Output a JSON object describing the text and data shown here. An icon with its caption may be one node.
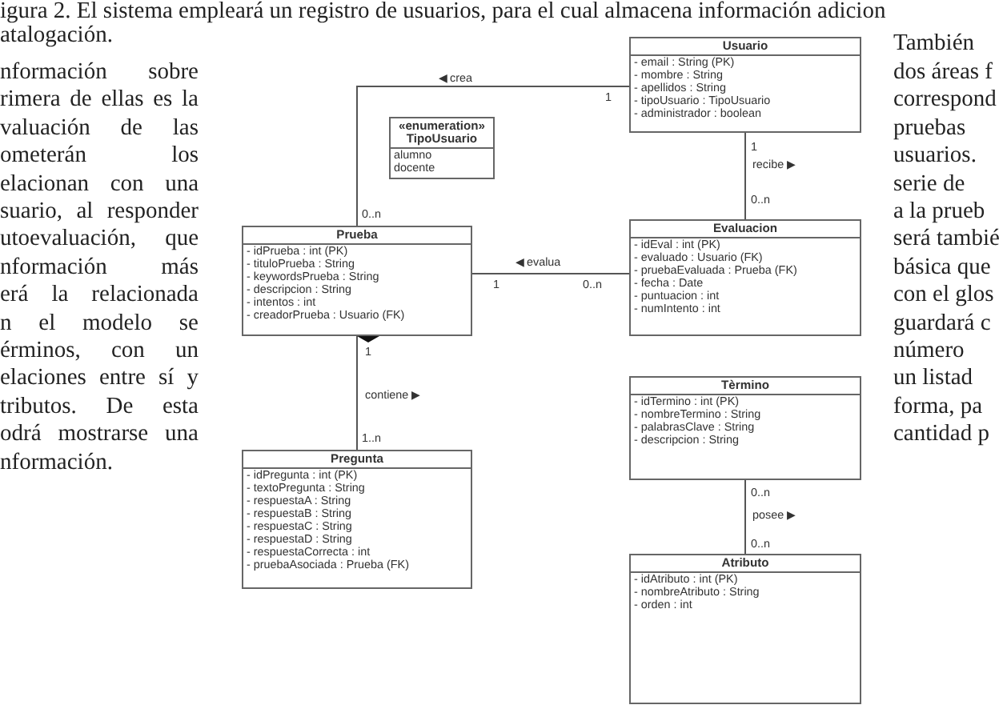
{
  "diagram": {
    "nodes": [
      {
        "text": [
          "Usuario",
          "- email : String (PK)",
          "- mombre : String",
          "- apellidos : String",
          "- tipoUsuario : TipoUsuario",
          "- administrador : boolean"
        ]
      },
      {
        "text": [
          "«enumeration»",
          "TipoUsuario",
          "alumno",
          "docente"
        ]
      },
      {
        "text": [
          "Prueba",
          "- idPrueba : int (PK)",
          "- tituloPrueba : String",
          "- keywordsPrueba : String",
          "- descripcion : String",
          "- intentos : int",
          "- creadorPrueba : Usuario (FK)"
        ]
      },
      {
        "text": [
          "Evaluacion",
          "- idEval : int (PK)",
          "- evaluado : Usuario (FK)",
          "- pruebaEvaluada : Prueba (FK)",
          "- fecha : Date",
          "- puntuacion : int",
          "- numIntento : int"
        ]
      },
      {
        "text": [
          "Tèrmino",
          "- idTermino : int (PK)",
          "- nombreTermino : String",
          "- palabrasClave : String",
          "- descripcion : String"
        ]
      },
      {
        "text": [
          "Pregunta",
          "- idPregunta : int (PK)",
          "- textoPregunta : String",
          "- respuestaA : String",
          "- respuestaB : String",
          "- respuestaC : String",
          "- respuestaD : String",
          "- respuestaCorrecta : int",
          "- pruebaAsociada : Prueba (FK)"
        ]
      },
      {
        "text": [
          "Atributo",
          "- idAtributo : int (PK)",
          "- nombreAtributo : String",
          "- orden : int"
        ]
      }
    ],
    "edges": [
      {
        "from": 2,
        "to": 0,
        "arrow": "none",
        "label": "◀ crea"
      },
      {
        "from": 0,
        "to": 3,
        "arrow": "none",
        "label": "recibe ▶"
      },
      {
        "from": 2,
        "to": 3,
        "arrow": "none",
        "label": "◀ evalua"
      },
      {
        "from": 2,
        "to": 5,
        "arrow": "other",
        "label": "contiene ▶"
      },
      {
        "from": 4,
        "to": 6,
        "arrow": "none",
        "label": "posee ▶"
      }
    ],
    "labels": [
      "igura 2. El sistema empleará un registro de usuarios, para el cual almacena información adicion",
      "atalogación.",
      "También",
      "nformación sobre",
      "rimera de ellas es la",
      "valuación de las",
      "ometerán los",
      "elacionan con una",
      "suario, al responder",
      "utoevaluación, que",
      "nformación más",
      "erá la relacionada",
      "n el modelo se",
      "érminos, con un",
      "elaciones entre sí y",
      "tributos. De esta",
      "odrá mostrarse una",
      "nformación.",
      "dos áreas f",
      "correspond",
      "pruebas",
      "usuarios.",
      "serie de",
      "a la prueb",
      "será tambié",
      "básica que",
      "con el glos",
      "guardará c",
      "número",
      "un listad",
      "forma, pa",
      "cantidad p",
      "1",
      "0..n",
      "1",
      "0..n",
      "1",
      "0..n",
      "1",
      "1..n",
      "0..n",
      "0..n"
    ]
  }
}
